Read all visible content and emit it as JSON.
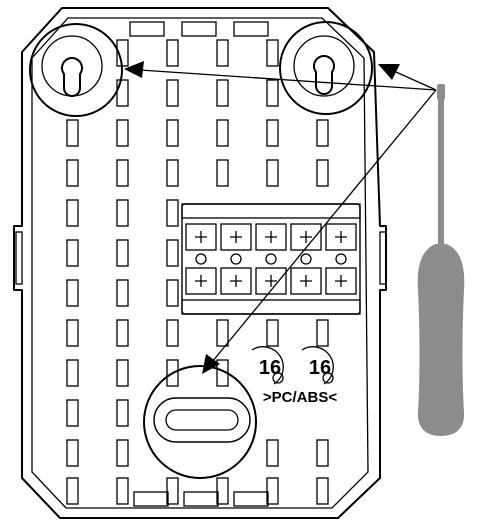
{
  "badges": {
    "left_number": "16",
    "right_number": "16",
    "material_label": ">PC/ABS<"
  },
  "icons": {
    "tool": "screwdriver-icon",
    "fastener": "keyhole-slot-icon",
    "marking": "recycle-mark-icon"
  },
  "colors": {
    "outline": "#000000",
    "background": "#ffffff",
    "screwdriver": "#8c8c8c"
  }
}
